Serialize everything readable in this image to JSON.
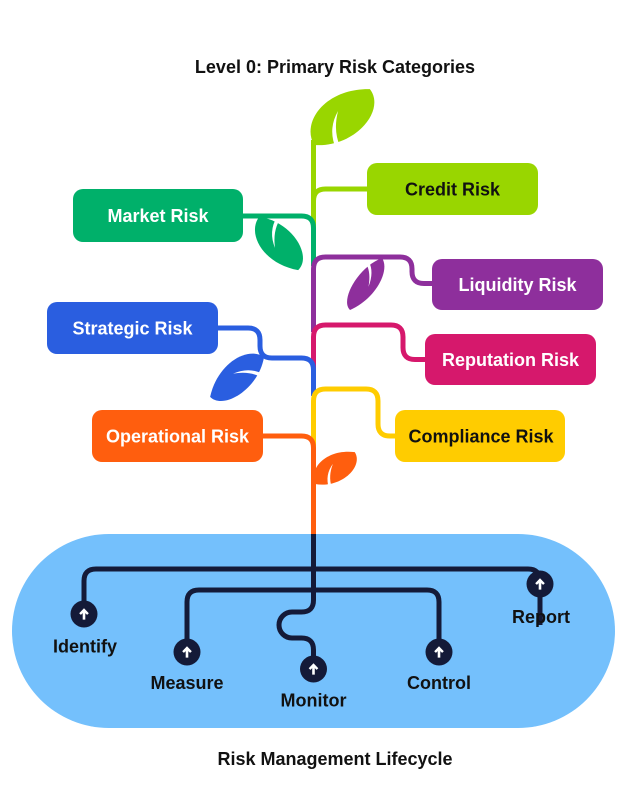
{
  "title": "Level 0: Primary Risk Categories",
  "lifecycle_title": "Risk Management Lifecycle",
  "theme": {
    "page_background": "#ffffff",
    "text": "#111111",
    "lifecycle_background": "#74c0fc",
    "lifecycle_line": "#141a38",
    "node_icon": "#ffffff"
  },
  "risk_categories": [
    {
      "label": "Credit Risk",
      "color": "#99d600",
      "text_color": "#111111",
      "icon": "leaf-icon"
    },
    {
      "label": "Market Risk",
      "color": "#00b06a",
      "text_color": "#ffffff",
      "icon": "leaf-icon"
    },
    {
      "label": "Liquidity Risk",
      "color": "#8e2f9c",
      "text_color": "#ffffff",
      "icon": "leaf-icon"
    },
    {
      "label": "Reputation Risk",
      "color": "#d6186c",
      "text_color": "#ffffff"
    },
    {
      "label": "Strategic Risk",
      "color": "#2a5ee0",
      "text_color": "#ffffff",
      "icon": "leaf-icon"
    },
    {
      "label": "Compliance Risk",
      "color": "#ffcc00",
      "text_color": "#111111"
    },
    {
      "label": "Operational Risk",
      "color": "#ff5e0e",
      "text_color": "#ffffff",
      "icon": "leaf-icon"
    }
  ],
  "lifecycle_steps": [
    {
      "label": "Identify",
      "icon": "arrow-up-icon"
    },
    {
      "label": "Measure",
      "icon": "arrow-up-icon"
    },
    {
      "label": "Monitor",
      "icon": "arrow-up-icon"
    },
    {
      "label": "Control",
      "icon": "arrow-up-icon"
    },
    {
      "label": "Report",
      "icon": "arrow-up-icon"
    }
  ]
}
